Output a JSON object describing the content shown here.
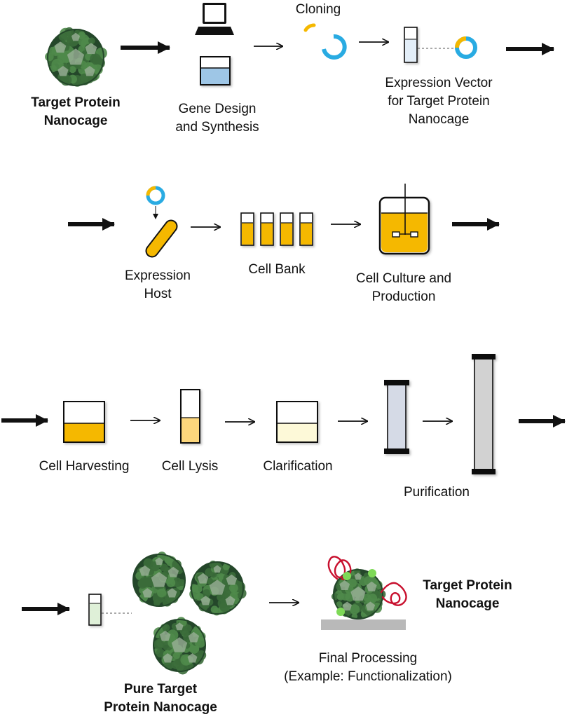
{
  "steps": {
    "target_protein_nanocage": {
      "line1": "Target Protein",
      "line2": "Nanocage"
    },
    "gene_design": {
      "line1": "Gene Design",
      "line2": "and Synthesis"
    },
    "cloning": {
      "label": "Cloning"
    },
    "expression_vector": {
      "line1": "Expression Vector",
      "line2": "for Target Protein",
      "line3": "Nanocage"
    },
    "expression_host": {
      "line1": "Expression",
      "line2": "Host"
    },
    "cell_bank": {
      "label": "Cell Bank"
    },
    "cell_culture": {
      "line1": "Cell Culture and",
      "line2": "Production"
    },
    "cell_harvesting": {
      "label": "Cell Harvesting"
    },
    "cell_lysis": {
      "label": "Cell Lysis"
    },
    "clarification": {
      "label": "Clarification"
    },
    "purification": {
      "label": "Purification"
    },
    "pure_nanocage": {
      "line1": "Pure Target",
      "line2": "Protein Nanocage"
    },
    "final_processing": {
      "line1": "Final Processing",
      "line2": "(Example: Functionalization)"
    },
    "final_nanocage": {
      "line1": "Target Protein",
      "line2": "Nanocage"
    }
  },
  "colors": {
    "protein_green": "#3b6b3a",
    "protein_dark": "#24472a",
    "culture_yellow": "#f5b800",
    "lysis_yellow": "#fcd67c",
    "clarified": "#fdf9d8",
    "vector_blue": "#29abe2",
    "tube_blue": "#9ec6e6",
    "column_fill": "#d5dae6",
    "tall_column_fill": "#d2d2d2",
    "pure_tube_green": "#dff0d8",
    "linker_red": "#c8102e",
    "bead_green": "#7ed957",
    "surface_gray": "#b9b9b9"
  },
  "icons": [
    "laptop-icon",
    "dna-plasmid-icon",
    "bacterium-icon",
    "bioreactor-icon",
    "chromatography-column-icon"
  ]
}
